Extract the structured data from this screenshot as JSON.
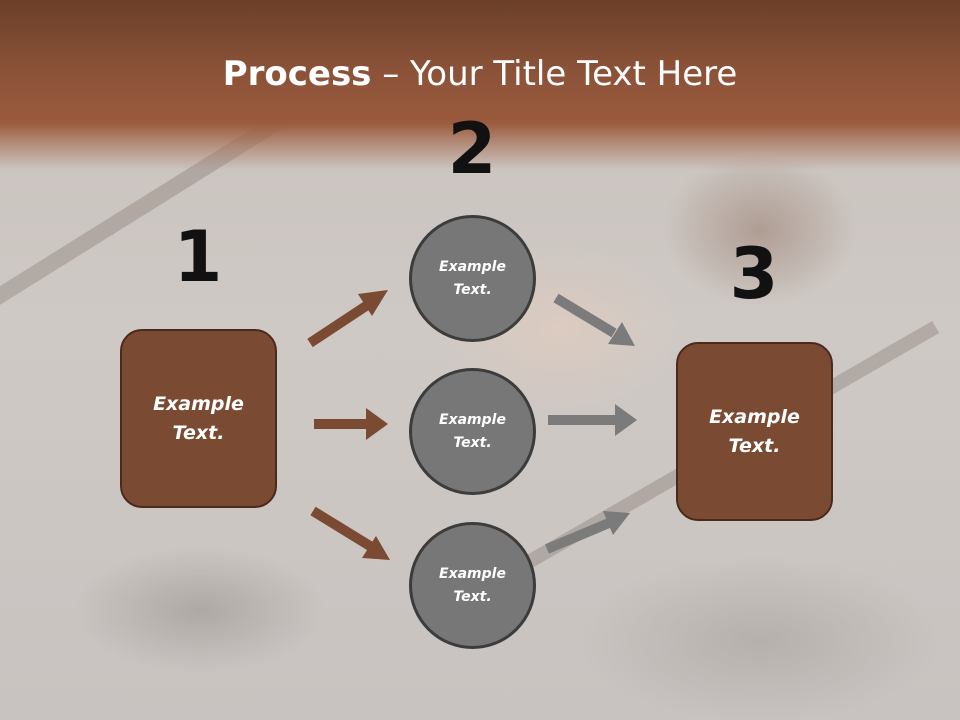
{
  "slide": {
    "title_bold": "Process",
    "title_rest": " – Your Title Text Here"
  },
  "steps": [
    {
      "number": "1",
      "text": "Example Text."
    },
    {
      "number": "2",
      "branches": [
        "Example Text.",
        "Example Text.",
        "Example Text."
      ]
    },
    {
      "number": "3",
      "text": "Example Text."
    }
  ],
  "colors": {
    "title_band": "#8a5238",
    "step_box": "#7a4a33",
    "circle": "#777777",
    "arrow_in": "#7a4a33",
    "arrow_out": "#7b7b7b"
  }
}
